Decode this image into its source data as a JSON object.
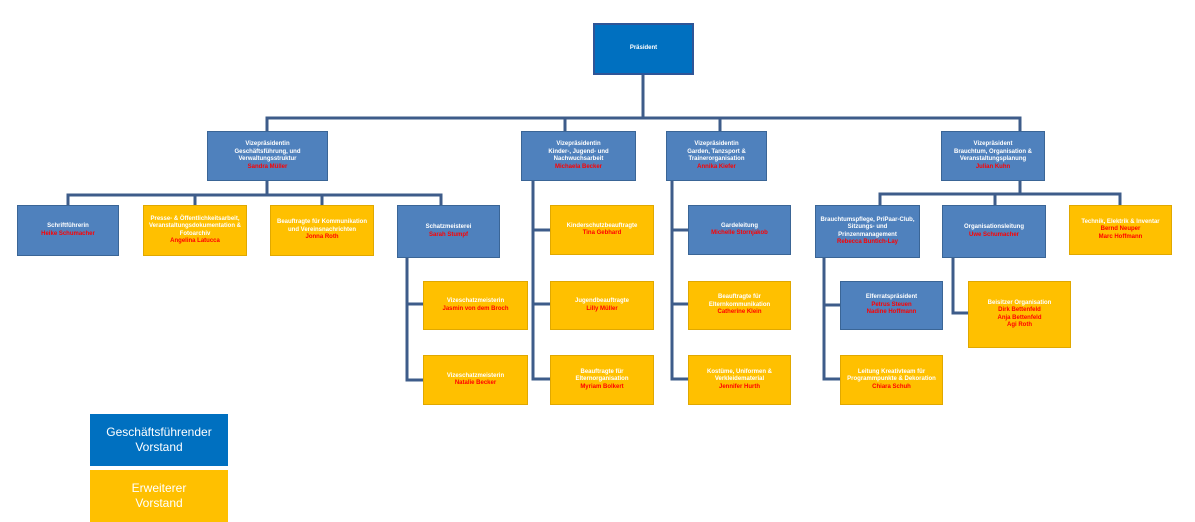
{
  "president": {
    "title": "Präsident",
    "name": ""
  },
  "vp1": {
    "title": "Vizepräsidentin\nGeschäftsführung, und Verwaltungsstruktur",
    "name": "Sandra Müller"
  },
  "vp2": {
    "title": "Vizepräsidentin\nKinder-, Jugend- und Nachwuchsarbeit",
    "name": "Michaela Becker"
  },
  "vp3": {
    "title": "Vizepräsidentin\nGarden, Tanzsport & Trainerorganisation",
    "name": "Annika Kiefer"
  },
  "vp4": {
    "title": "Vizepräsident\nBrauchtum, Organisation & Veranstaltungsplanung",
    "name": "Julian Kuhn"
  },
  "schrift": {
    "title": "Schriftführerin",
    "name": "Heike Schumacher"
  },
  "presse": {
    "title": "Presse- & Öffentlichkeitsarbeit, Veranstaltungsdokumentation & Fotoarchiv",
    "name": "Angelina Latucca"
  },
  "komm": {
    "title": "Beauftragte für Kommunikation und Vereinsnachrichten",
    "name": "Jonna Roth"
  },
  "schatz": {
    "title": "Schatzmeisterei",
    "name": "Sarah Stumpf"
  },
  "vschatz1": {
    "title": "Vizeschatzmeisterin",
    "name": "Jasmin von dem Broch"
  },
  "vschatz2": {
    "title": "Vizeschatzmeisterin",
    "name": "Natalie Becker"
  },
  "kinderschutz": {
    "title": "Kinderschutzbeauftragte",
    "name": "Tina Gebhard"
  },
  "jugend": {
    "title": "Jugendbeauftragte",
    "name": "Lilly Müller"
  },
  "eltern": {
    "title": "Beauftragte für Elternorganisation",
    "name": "Myriam Bolkert"
  },
  "garde": {
    "title": "Gardeleitung",
    "name": "Michelle Stornjakob"
  },
  "elternkomm": {
    "title": "Beauftragte für Elternkommunikation",
    "name": "Catherine Klein"
  },
  "kostuem": {
    "title": "Kostüme, Uniformen & Verkleidematerial",
    "name": "Jennifer Hurth"
  },
  "brauch": {
    "title": "Brauchtumspflege, PriPaar-Club, Sitzungs- und Prinzenmanagement",
    "name": "Rebecca Buntich-Lay"
  },
  "orga": {
    "title": "Organisationsleitung",
    "name": "Uwe Schumacher"
  },
  "technik": {
    "title": "Technik, Elektrik & Inventar",
    "name": "Bernd Neuper\nMarc Hoffmann"
  },
  "elferrat": {
    "title": "Elferratspräsident",
    "name": "Petrus Steuen\nNadine Hoffmann"
  },
  "kreativ": {
    "title": "Leitung Kreativteam für Programmpunkte & Dekoration",
    "name": "Chiara Schuh"
  },
  "beisitzer": {
    "title": "Beisitzer Organisation",
    "name": "Dirk Bettenfeld\nAnja Bettenfeld\nAgi Roth"
  },
  "legend": {
    "exec": "Geschäftsführender\nVorstand",
    "ext": "Erweiterer\nVorstand"
  },
  "colors": {
    "line": "#3e5c8a",
    "blue": "#4f81bd",
    "president": "#0070c0",
    "gold": "#ffc000",
    "name": "#ff0000"
  }
}
